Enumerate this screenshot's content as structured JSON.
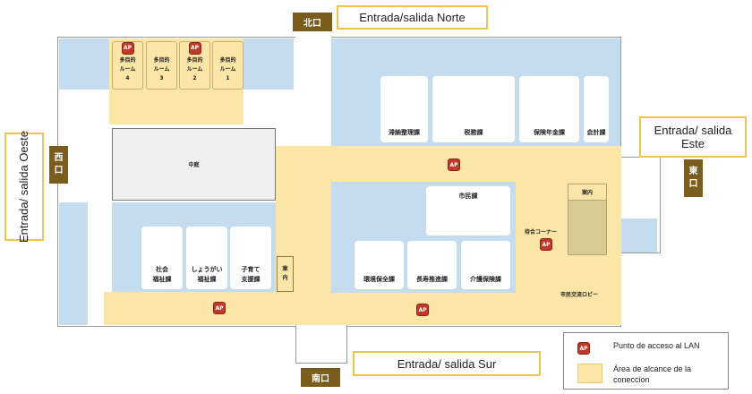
{
  "gates": {
    "north": "北口",
    "south": "南口",
    "east": "東\n口",
    "west": "西\n口"
  },
  "entrances": {
    "north": "Entrada/salida Norte",
    "south": "Entrada/ salida Sur",
    "east": "Entrada/ salida Este",
    "west": "Entrada/ salida Oeste"
  },
  "ap_label": "AP",
  "meeting_rooms": [
    "多目的\nルーム\n4",
    "多目的\nルーム\n3",
    "多目的\nルーム\n2",
    "多目的\nルーム\n1"
  ],
  "north_rooms": [
    "滞納整理課",
    "税務課",
    "保険年金課",
    "会計課"
  ],
  "courtyard": "中庭",
  "shimin_ka": "市民課",
  "center_rooms": [
    "環境保全課",
    "長寿推進課",
    "介護保険課"
  ],
  "west_rooms": [
    "社会\n福祉課",
    "しょうがい\n福祉課",
    "子育て\n支援課"
  ],
  "info_left": "案\n内",
  "info_right": "案内",
  "waiting_corner": "待合コーナー",
  "lobby": "市民交流ロビー",
  "legend": {
    "ap": "Punto de acceso al LAN",
    "area": "Área de alcance de la coneccion"
  },
  "colors": {
    "coverage": "#fbe5a7",
    "office": "#c5dcee",
    "ap": "#c0392b",
    "gate": "#7a5c1c"
  }
}
